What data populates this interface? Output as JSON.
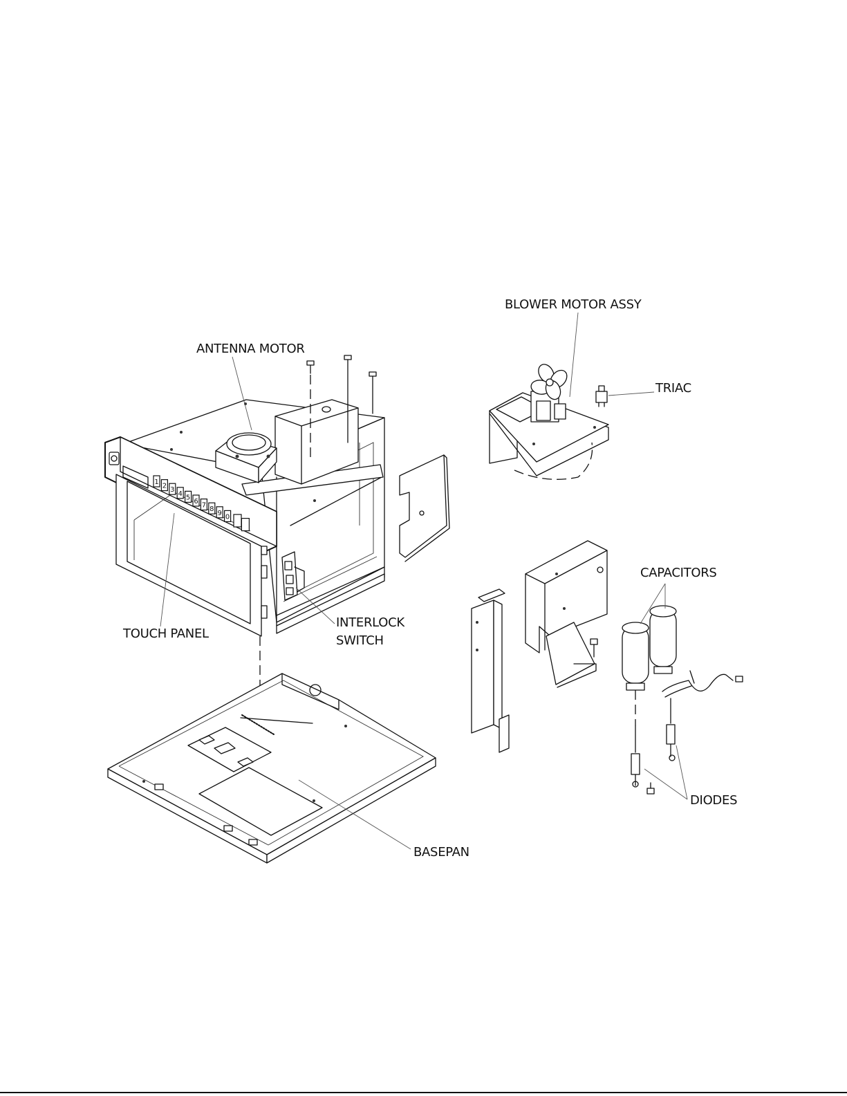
{
  "labels": {
    "antenna_motor": "ANTENNA MOTOR",
    "blower_motor_assy": "BLOWER MOTOR ASSY",
    "triac": "TRIAC",
    "touch_panel": "TOUCH PANEL",
    "interlock_switch_line1": "INTERLOCK",
    "interlock_switch_line2": "SWITCH",
    "capacitors": "CAPACITORS",
    "diodes": "DIODES",
    "basepan": "BASEPAN"
  },
  "touch_panel_keys": [
    "1",
    "2",
    "3",
    "4",
    "5",
    "6",
    "7",
    "8",
    "9",
    "0"
  ]
}
